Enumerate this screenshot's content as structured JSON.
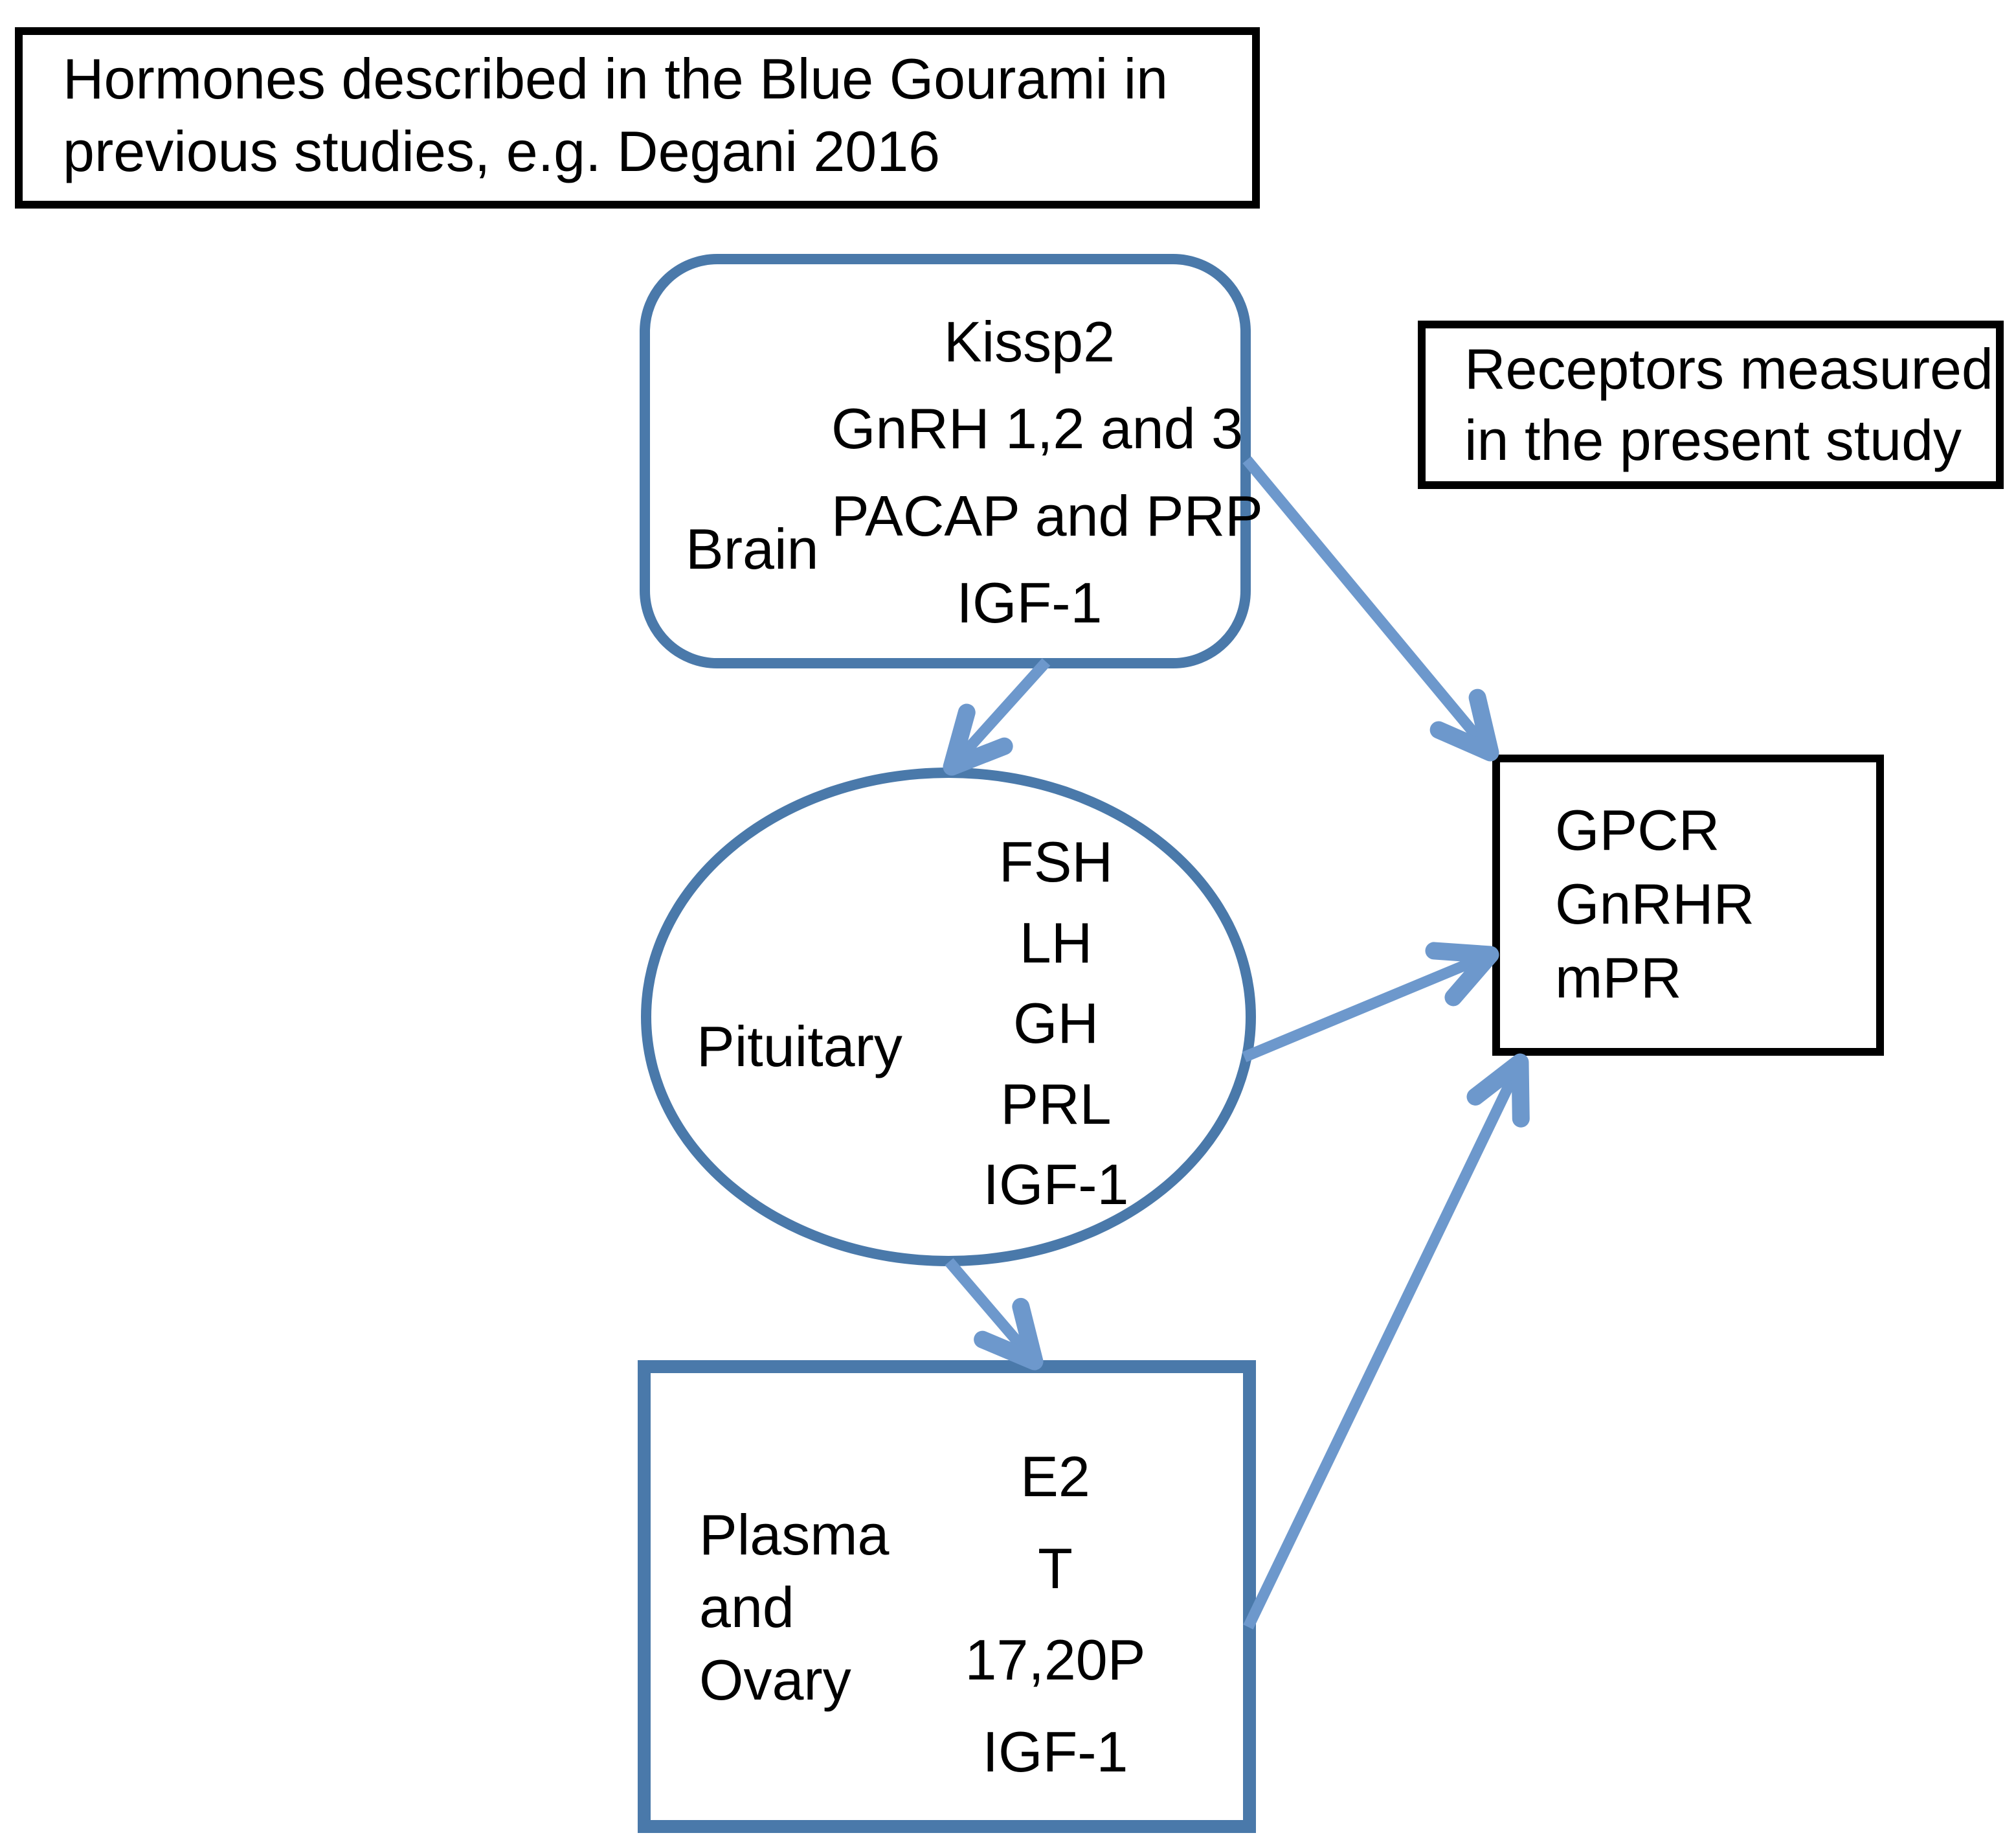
{
  "colors": {
    "node_border_blue": "#4a79aa",
    "arrow_blue": "#6d98cc",
    "box_border_black": "#000000",
    "text_black": "#000000",
    "background": "#ffffff"
  },
  "legend_previous": {
    "lines": [
      "Hormones described in the Blue Gourami in",
      "previous studies, e.g. Degani 2016"
    ]
  },
  "legend_receptors": {
    "lines": [
      "Receptors measured",
      "in the present study"
    ]
  },
  "nodes": {
    "brain": {
      "label": "Brain",
      "hormones": [
        "Kissp2",
        "GnRH 1,2 and 3",
        "PACAP and PRP",
        "IGF-1"
      ]
    },
    "pituitary": {
      "label": "Pituitary",
      "hormones": [
        "FSH",
        "LH",
        "GH",
        "PRL",
        "IGF-1"
      ]
    },
    "plasma_ovary": {
      "label_lines": [
        "Plasma",
        "and",
        "Ovary"
      ],
      "hormones": [
        "E2",
        "T",
        "17,20P",
        "IGF-1"
      ]
    },
    "receptors_measured": {
      "items": [
        "GPCR",
        "GnRHR",
        "mPR"
      ]
    }
  },
  "arrows": [
    {
      "name": "brain-to-pituitary",
      "from": "brain",
      "to": "pituitary"
    },
    {
      "name": "brain-to-receptors",
      "from": "brain",
      "to": "receptors_measured"
    },
    {
      "name": "pituitary-to-receptors",
      "from": "pituitary",
      "to": "receptors_measured"
    },
    {
      "name": "pituitary-to-plasma-ovary",
      "from": "pituitary",
      "to": "plasma_ovary"
    },
    {
      "name": "plasma-ovary-to-receptors",
      "from": "plasma_ovary",
      "to": "receptors_measured"
    }
  ]
}
